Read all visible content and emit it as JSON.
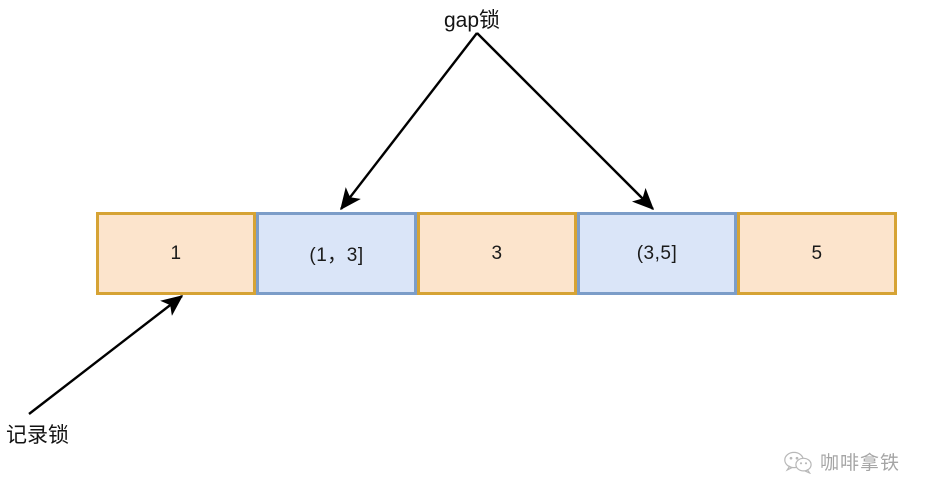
{
  "diagram": {
    "title_label": "gap锁",
    "record_label": "记录锁",
    "row": {
      "cells": [
        {
          "text": "1",
          "kind": "record"
        },
        {
          "text": "(1，3]",
          "kind": "gap"
        },
        {
          "text": "3",
          "kind": "record"
        },
        {
          "text": "(3,5]",
          "kind": "gap"
        },
        {
          "text": "5",
          "kind": "record"
        }
      ]
    },
    "colors": {
      "record_fill": "#fce4cc",
      "record_border": "#d6a334",
      "gap_fill": "#dae5f8",
      "gap_border": "#7c9dc8",
      "arrow": "#000000",
      "text": "#131313",
      "background": "#ffffff"
    }
  },
  "watermark": {
    "icon": "wechat-bubbles-icon",
    "text": "咖啡拿铁"
  }
}
